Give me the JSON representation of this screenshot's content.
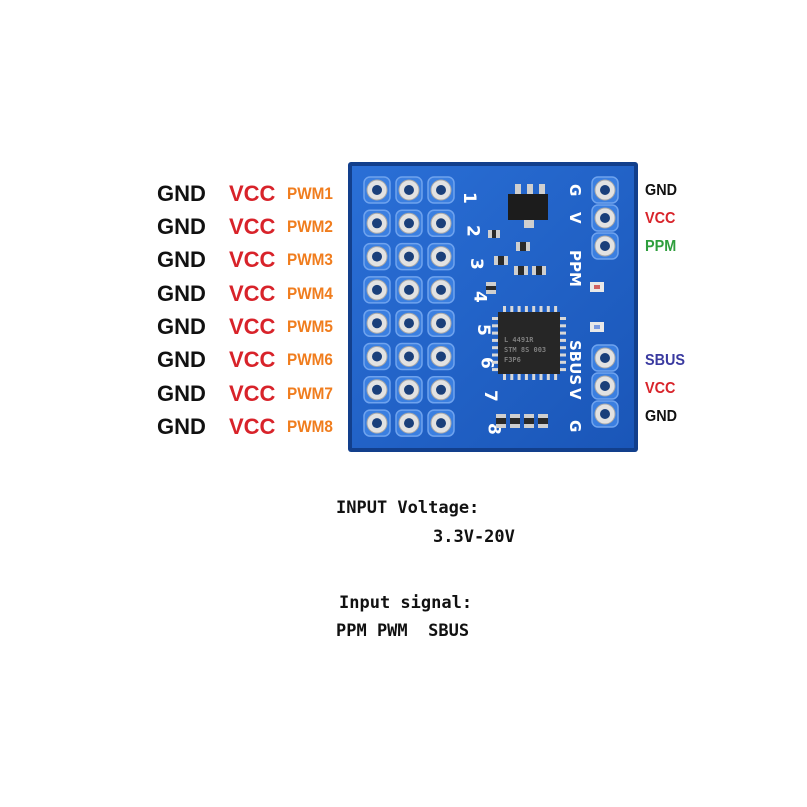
{
  "left_pins": [
    {
      "gnd": "GND",
      "vcc": "VCC",
      "pwm": "PWM1"
    },
    {
      "gnd": "GND",
      "vcc": "VCC",
      "pwm": "PWM2"
    },
    {
      "gnd": "GND",
      "vcc": "VCC",
      "pwm": "PWM3"
    },
    {
      "gnd": "GND",
      "vcc": "VCC",
      "pwm": "PWM4"
    },
    {
      "gnd": "GND",
      "vcc": "VCC",
      "pwm": "PWM5"
    },
    {
      "gnd": "GND",
      "vcc": "VCC",
      "pwm": "PWM6"
    },
    {
      "gnd": "GND",
      "vcc": "VCC",
      "pwm": "PWM7"
    },
    {
      "gnd": "GND",
      "vcc": "VCC",
      "pwm": "PWM8"
    }
  ],
  "right_top": {
    "gnd": "GND",
    "vcc": "VCC",
    "ppm": "PPM"
  },
  "right_bottom": {
    "sbus": "SBUS",
    "vcc": "VCC",
    "gnd": "GND"
  },
  "board": {
    "silk_channels": [
      "1",
      "2",
      "3",
      "4",
      "5",
      "6",
      "7",
      "8"
    ],
    "silk_top_right": {
      "g": "G",
      "v": "V",
      "ppm": "PPM"
    },
    "silk_bottom_right": {
      "sbus": "SBUS",
      "v": "V",
      "g": "G"
    },
    "chip_text": [
      "L 4491R",
      "STM 8S 003",
      "F3P6"
    ]
  },
  "notes": {
    "voltage_title": "INPUT Voltage:",
    "voltage_value": "3.3V-20V",
    "signal_title": "Input signal:",
    "signal_value": "PPM PWM  SBUS"
  },
  "colors": {
    "gnd": "#111111",
    "vcc": "#d8232a",
    "pwm": "#f07d1e",
    "ppm": "#2e9e3c",
    "sbus": "#3a3aa0",
    "board": "#1e5fc8",
    "board_edge": "#123f8c",
    "pad": "#e2e2e2"
  },
  "icons": {
    "board": "pwm-converter-board",
    "chip": "microcontroller-chip"
  }
}
